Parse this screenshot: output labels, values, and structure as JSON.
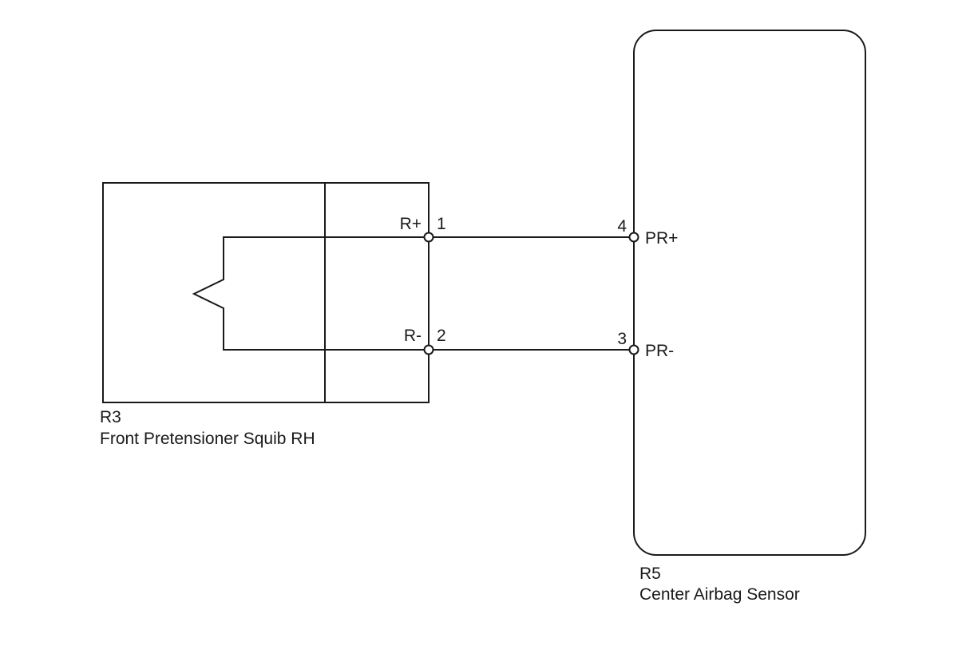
{
  "connectors": {
    "r3": {
      "code": "R3",
      "name": "Front Pretensioner Squib RH",
      "pins": [
        {
          "number": "1",
          "label": "R+"
        },
        {
          "number": "2",
          "label": "R-"
        }
      ]
    },
    "r5": {
      "code": "R5",
      "name": "Center Airbag Sensor",
      "pins": [
        {
          "number": "4",
          "label": "PR+"
        },
        {
          "number": "3",
          "label": "PR-"
        }
      ]
    }
  },
  "colors": {
    "line": "#1a1a1a",
    "background": "#ffffff"
  }
}
